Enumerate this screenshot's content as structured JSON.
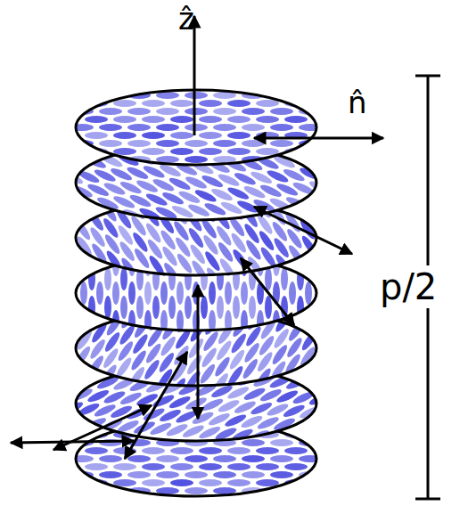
{
  "diagram": {
    "labels": [
      "ẑ",
      "n̂",
      "p/2"
    ]
  }
}
